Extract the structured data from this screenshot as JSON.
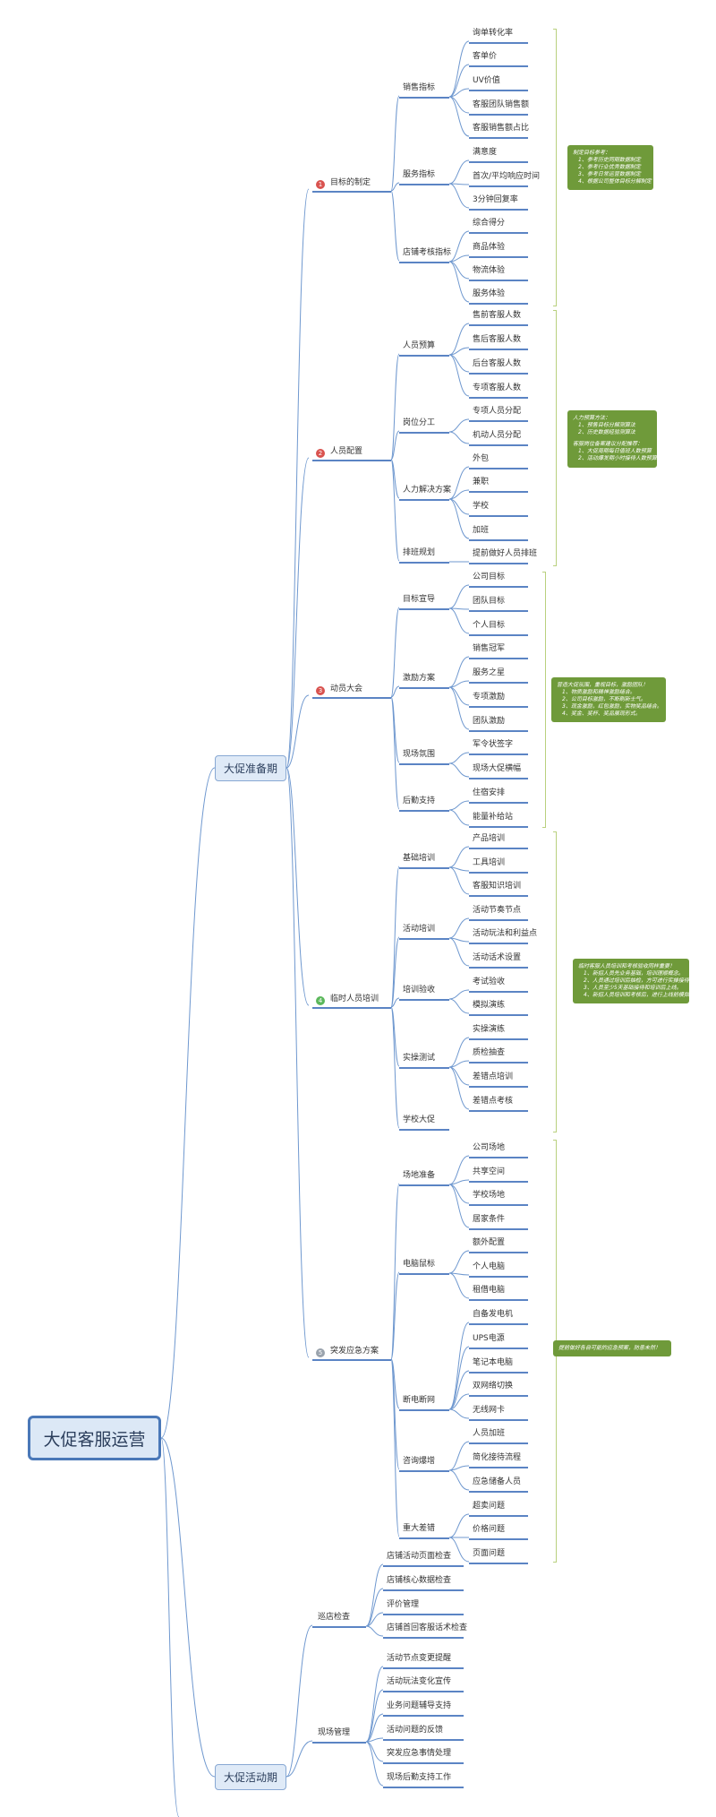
{
  "root": {
    "label": "大促客服运营"
  },
  "phases": [
    {
      "label": "大促准备期"
    },
    {
      "label": "大促活动期"
    }
  ],
  "sections": [
    {
      "label": "目标的制定",
      "priority": "1",
      "children": [
        {
          "label": "销售指标",
          "children": [
            "询单转化率",
            "客单价",
            "UV价值",
            "客服团队销售额",
            "客服销售额占比"
          ]
        },
        {
          "label": "服务指标",
          "children": [
            "满意度",
            "首次/平均响应时间",
            "3分钟回复率"
          ]
        },
        {
          "label": "店铺考核指标",
          "children": [
            "综合得分",
            "商品体验",
            "物流体验",
            "服务体验"
          ]
        }
      ]
    },
    {
      "label": "人员配置",
      "priority": "2",
      "children": [
        {
          "label": "人员预算",
          "children": [
            "售前客服人数",
            "售后客服人数",
            "后台客服人数",
            "专项客服人数"
          ]
        },
        {
          "label": "岗位分工",
          "children": [
            "专项人员分配",
            "机动人员分配"
          ]
        },
        {
          "label": "人力解决方案",
          "children": [
            "外包",
            "兼职",
            "学校",
            "加班"
          ]
        },
        {
          "label": "排班规划",
          "children": [
            "提前做好人员排班"
          ]
        }
      ]
    },
    {
      "label": "动员大会",
      "priority": "3",
      "children": [
        {
          "label": "目标宣导",
          "children": [
            "公司目标",
            "团队目标",
            "个人目标"
          ]
        },
        {
          "label": "激励方案",
          "children": [
            "销售冠军",
            "服务之星",
            "专项激励",
            "团队激励"
          ]
        },
        {
          "label": "现场氛围",
          "children": [
            "军令状签字",
            "现场大促横幅"
          ]
        },
        {
          "label": "后勤支持",
          "children": [
            "住宿安排",
            "能量补给站"
          ]
        }
      ]
    },
    {
      "label": "临时人员培训",
      "priority": "4",
      "children": [
        {
          "label": "基础培训",
          "children": [
            "产品培训",
            "工具培训",
            "客服知识培训"
          ]
        },
        {
          "label": "活动培训",
          "children": [
            "活动节奏节点",
            "活动玩法和利益点",
            "活动话术设置"
          ]
        },
        {
          "label": "培训验收",
          "children": [
            "考试验收",
            "模拟演练"
          ]
        },
        {
          "label": "实操测试",
          "children": [
            "实操演练",
            "质检抽查",
            "差错点培训",
            "差错点考核"
          ]
        },
        {
          "label": "学校大促",
          "children": []
        }
      ]
    },
    {
      "label": "突发应急方案",
      "priority": "5",
      "children": [
        {
          "label": "场地准备",
          "children": [
            "公司场地",
            "共享空间",
            "学校场地",
            "居家条件"
          ]
        },
        {
          "label": "电脑鼠标",
          "children": [
            "额外配置",
            "个人电脑",
            "租借电脑"
          ]
        },
        {
          "label": "断电断网",
          "children": [
            "自备发电机",
            "UPS电源",
            "笔记本电脑",
            "双网络切换",
            "无线网卡"
          ]
        },
        {
          "label": "咨询爆增",
          "children": [
            "人员加班",
            "简化接待流程",
            "应急储备人员"
          ]
        },
        {
          "label": "重大差错",
          "children": [
            "超卖问题",
            "价格问题",
            "页面问题"
          ]
        }
      ]
    },
    {
      "label": "巡店检查",
      "children": [
        {
          "label": "店铺活动页面检查"
        },
        {
          "label": "店铺核心数据检查"
        },
        {
          "label": "评价管理"
        },
        {
          "label": "店铺首回客服话术检查"
        }
      ]
    },
    {
      "label": "现场管理",
      "children": [
        {
          "label": "活动节点变更提醒"
        },
        {
          "label": "活动玩法变化宣传"
        },
        {
          "label": "业务问题辅导支持"
        },
        {
          "label": "活动问题的反馈"
        },
        {
          "label": "突发应急事情处理"
        },
        {
          "label": "现场后勤支持工作"
        }
      ]
    }
  ],
  "notes": [
    {
      "title": "制定目标参考：",
      "lines": [
        "1、参考历史同期数据制定",
        "2、参考行业优秀数据制定",
        "3、参考日常运营数据制定",
        "4、根据公司整体目标分解制定"
      ]
    },
    {
      "title": "人力预算方法：",
      "lines": [
        "1、预售目标分解测算法",
        "2、历史数据经验测算法"
      ],
      "title2": "客服岗位备案建议分配推荐：",
      "lines2": [
        "1、大促周期每日值班人数预算",
        "2、活动爆发期小时接待人数预算"
      ]
    },
    {
      "title": "营造大促氛围，重视目标，激励团队！",
      "lines": [
        "1、物质激励和精神激励结合。",
        "2、公司目标激励，不断刷新士气。",
        "3、现金激励，红包激励，实物奖品结合。",
        "4、奖金、奖杯、奖品展现形式。"
      ]
    },
    {
      "title": "临时客服人员培训和考核验收同样重要！",
      "lines": [
        "1、新招人员先业务基础，培训理顺概念。",
        "2、人员通过培训后抽检，方可进行实操接待。",
        "3、人员至少5天基础接待和培训后上线。",
        "4、新招人员培训和考核后，进行上线前模拟。"
      ]
    },
    {
      "title": "提前做好各自可能的应急预案，防患未然！",
      "lines": []
    }
  ]
}
